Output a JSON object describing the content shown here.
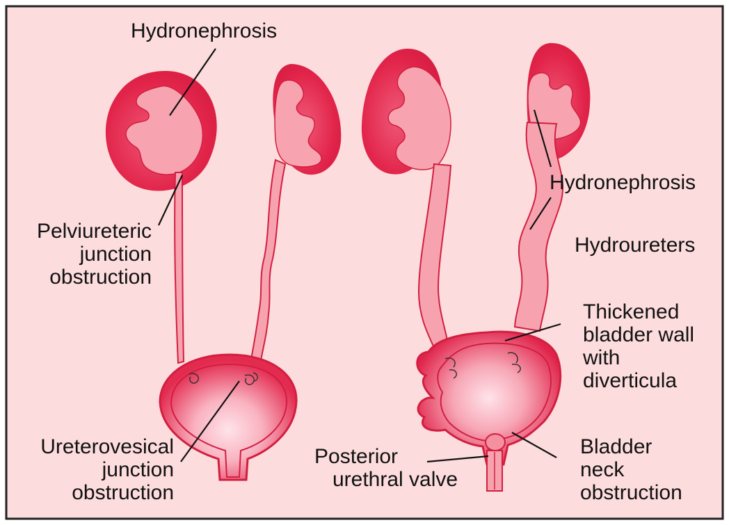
{
  "colors": {
    "background": "#fcdcdc",
    "frame": "#222222",
    "kidney_cortex": "#e2244a",
    "kidney_pelvis": "#f8a4b0",
    "ureter_fill": "#f7a3af",
    "outline": "#d21e40",
    "bladder_core": "#ffe3e9",
    "leader_line": "#111111"
  },
  "labels": {
    "hydronephrosis_top": "Hydronephrosis",
    "pelviureteric_obstruction": [
      "Pelviureteric",
      "junction",
      "obstruction"
    ],
    "ureterovesical_obstruction": [
      "Ureterovesical",
      "junction",
      "obstruction"
    ],
    "hydronephrosis_right": "Hydronephrosis",
    "hydroureters": "Hydroureters",
    "thickened_bladder_wall": [
      "Thickened",
      "bladder wall",
      "with",
      "diverticula"
    ],
    "posterior_urethral_valve": [
      "Posterior",
      "urethral valve"
    ],
    "bladder_neck_obstruction": [
      "Bladder",
      "neck",
      "obstruction"
    ]
  }
}
